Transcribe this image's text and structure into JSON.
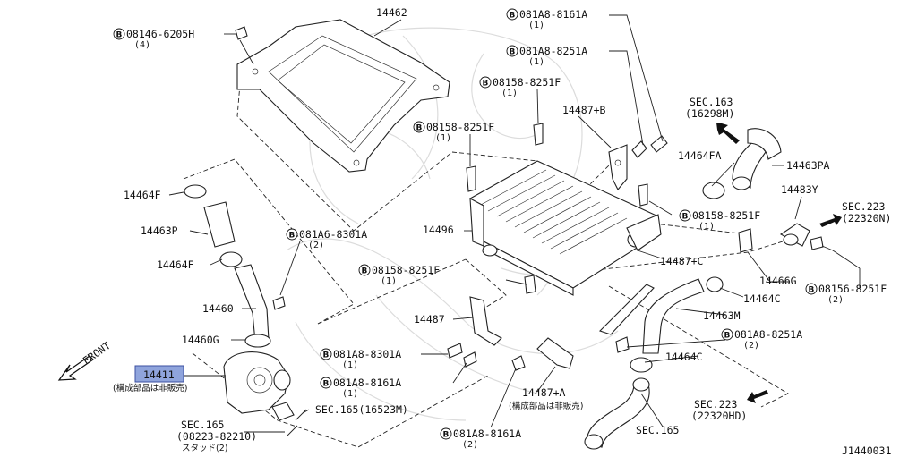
{
  "diagram_id": "J1440031",
  "front_label": "FRONT",
  "bolt_prefix": "B",
  "parts": {
    "p14462": "14462",
    "p14496": "14496",
    "p14487B": "14487+B",
    "p14487C": "14487+C",
    "p14487": "14487",
    "p14487A": "14487+A",
    "p14464FA": "14464FA",
    "p14463PA": "14463PA",
    "p14483Y": "14483Y",
    "p14466G": "14466G",
    "p14464C_1": "14464C",
    "p14463M": "14463M",
    "p14464C_2": "14464C",
    "p14464F_1": "14464F",
    "p14463P": "14463P",
    "p14464F_2": "14464F",
    "p14460": "14460",
    "p14460G": "14460G",
    "p14411": "14411",
    "sec165_a": "SEC.165",
    "sec165_b": "SEC.165",
    "sec165_16523": "SEC.165(16523M)",
    "sec165_stud": "(08223-82210)",
    "stud_jp": "スタッド(2)"
  },
  "bolts": {
    "b08146": {
      "code": "08146-6205H",
      "qty": "(4)"
    },
    "b081A8_8161A_top": {
      "code": "081A8-8161A",
      "qty": "(1)"
    },
    "b081A8_8251A_top": {
      "code": "081A8-8251A",
      "qty": "(1)"
    },
    "b08158_8251F_a": {
      "code": "08158-8251F",
      "qty": "(1)"
    },
    "b08158_8251F_b": {
      "code": "08158-8251F",
      "qty": "(1)"
    },
    "b08158_8251F_c": {
      "code": "08158-8251F",
      "qty": "(1)"
    },
    "b08158_8251F_d": {
      "code": "08158-8251F",
      "qty": "(1)"
    },
    "b081A6_8301A": {
      "code": "081A6-8301A",
      "qty": "(2)"
    },
    "b08156_8251F": {
      "code": "08156-8251F",
      "qty": "(2)"
    },
    "b081A8_8251A_r": {
      "code": "081A8-8251A",
      "qty": "(2)"
    },
    "b081A8_8301A": {
      "code": "081A8-8301A",
      "qty": "(1)"
    },
    "b081A8_8161A_m": {
      "code": "081A8-8161A",
      "qty": "(1)"
    },
    "b081A8_8161A_b": {
      "code": "081A8-8161A",
      "qty": "(2)"
    }
  },
  "sections": {
    "sec163": {
      "name": "SEC.163",
      "code": "(16298M)"
    },
    "sec223_r": {
      "name": "SEC.223",
      "code": "(22320N)"
    },
    "sec223_b": {
      "name": "SEC.223",
      "code": "(22320HD)"
    }
  },
  "notes": {
    "not_sold_14411": "(構成部品は非販売)",
    "not_sold_14487A": "(構成部品は非販売)"
  }
}
